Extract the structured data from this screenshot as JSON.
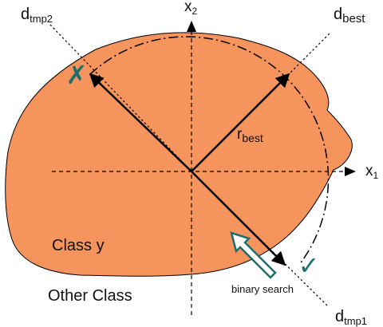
{
  "labels": {
    "d_tmp2": {
      "base": "d",
      "sub": "tmp2"
    },
    "d_best": {
      "base": "d",
      "sub": "best"
    },
    "d_tmp1": {
      "base": "d",
      "sub": "tmp1"
    },
    "x1": {
      "base": "x",
      "sub": "1"
    },
    "x2": {
      "base": "x",
      "sub": "2"
    },
    "r_best": {
      "base": "r",
      "sub": "best"
    },
    "class_y": "Class y",
    "other_class": "Other Class",
    "binary_search": "binary search"
  },
  "markers": {
    "cross": "✗",
    "check": "✓"
  },
  "colors": {
    "region_fill": "#f5955d",
    "marker_teal": "#1f6e6e",
    "line": "#000000"
  }
}
